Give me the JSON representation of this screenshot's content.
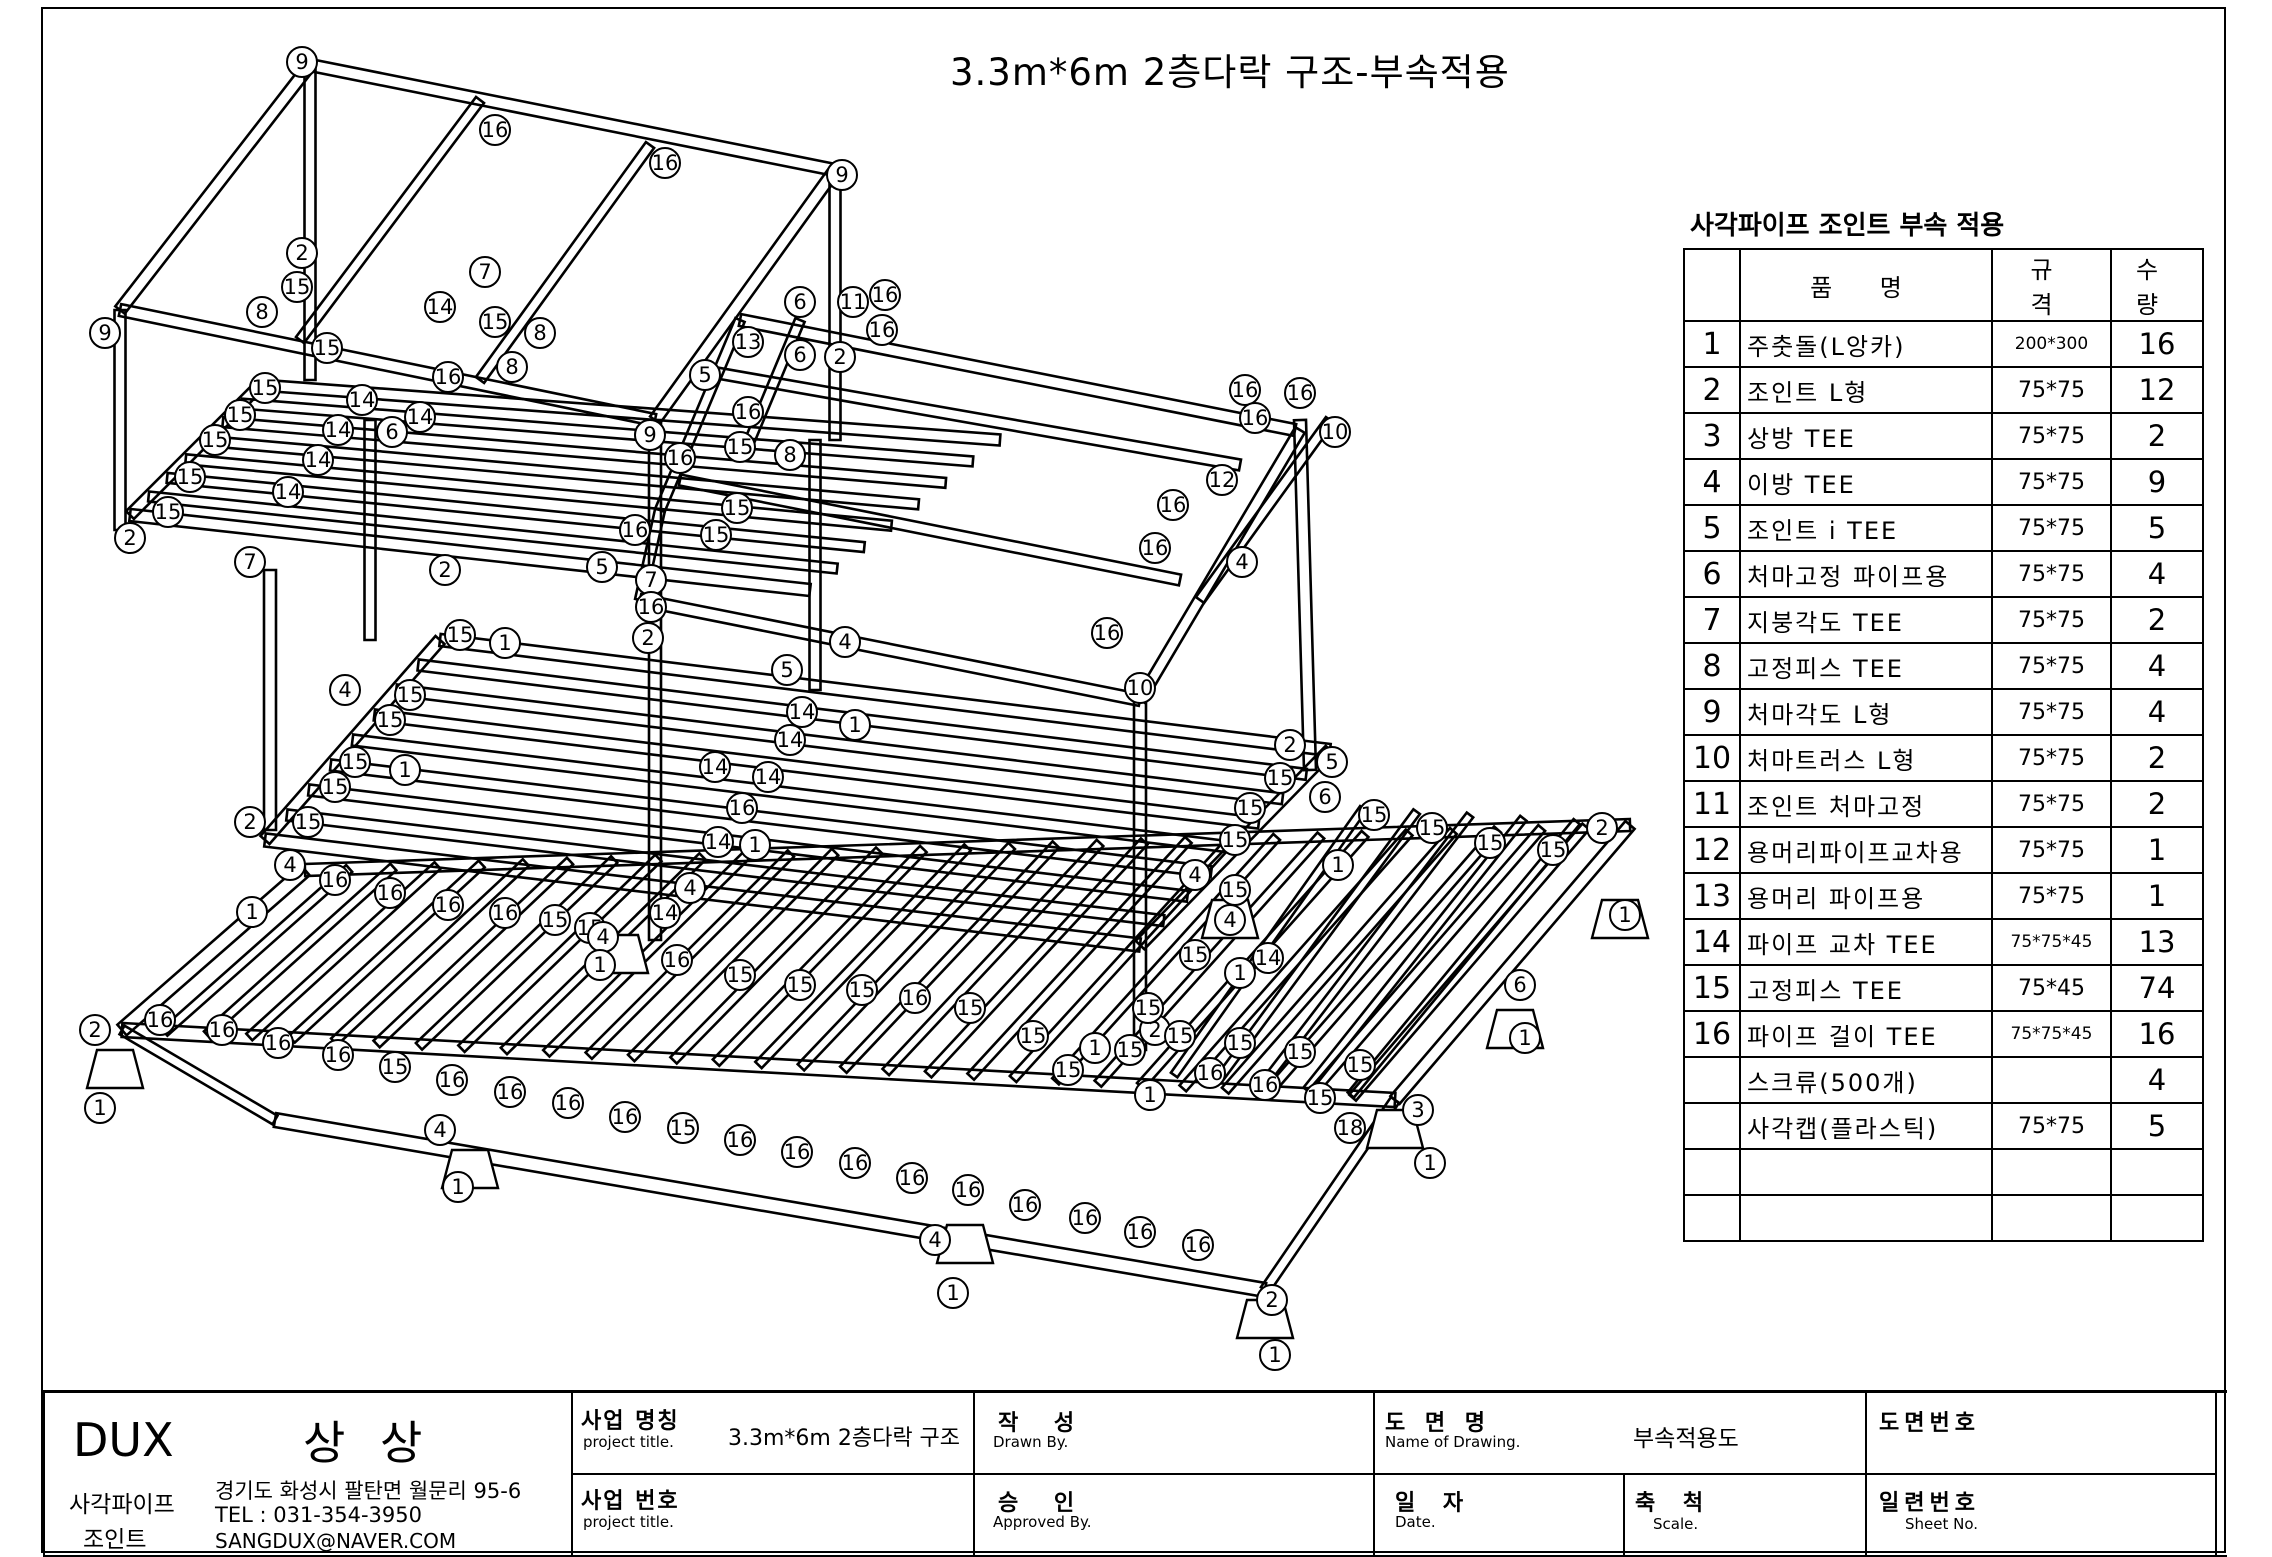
{
  "title": "3.3m*6m 2층다락 구조-부속적용",
  "parts_table": {
    "caption": "사각파이프 조인트 부속 적용",
    "headers": {
      "name": "품 명",
      "spec": "규 격",
      "qty": "수 량"
    },
    "rows": [
      {
        "no": "1",
        "name": "주춧돌(L앙카)",
        "spec": "200*300",
        "qty": "16"
      },
      {
        "no": "2",
        "name": "조인트 L형",
        "spec": "75*75",
        "qty": "12"
      },
      {
        "no": "3",
        "name": "상방 TEE",
        "spec": "75*75",
        "qty": "2"
      },
      {
        "no": "4",
        "name": "이방 TEE",
        "spec": "75*75",
        "qty": "9"
      },
      {
        "no": "5",
        "name": "조인트 i TEE",
        "spec": "75*75",
        "qty": "5"
      },
      {
        "no": "6",
        "name": "처마고정 파이프용",
        "spec": "75*75",
        "qty": "4"
      },
      {
        "no": "7",
        "name": "지붕각도 TEE",
        "spec": "75*75",
        "qty": "2"
      },
      {
        "no": "8",
        "name": "고정피스 TEE",
        "spec": "75*75",
        "qty": "4"
      },
      {
        "no": "9",
        "name": "처마각도 L형",
        "spec": "75*75",
        "qty": "4"
      },
      {
        "no": "10",
        "name": "처마트러스 L형",
        "spec": "75*75",
        "qty": "2"
      },
      {
        "no": "11",
        "name": "조인트 처마고정",
        "spec": "75*75",
        "qty": "2"
      },
      {
        "no": "12",
        "name": "용머리파이프교차용",
        "spec": "75*75",
        "qty": "1"
      },
      {
        "no": "13",
        "name": "용머리 파이프용",
        "spec": "75*75",
        "qty": "1"
      },
      {
        "no": "14",
        "name": "파이프 교차 TEE",
        "spec": "75*75*45",
        "qty": "13"
      },
      {
        "no": "15",
        "name": "고정피스 TEE",
        "spec": "75*45",
        "qty": "74"
      },
      {
        "no": "16",
        "name": "파이프 걸이 TEE",
        "spec": "75*75*45",
        "qty": "16"
      },
      {
        "no": "",
        "name": "스크류(500개)",
        "spec": "",
        "qty": "4"
      },
      {
        "no": "",
        "name": "사각캡(플라스틱)",
        "spec": "75*75",
        "qty": "5"
      },
      {
        "no": "",
        "name": "",
        "spec": "",
        "qty": ""
      },
      {
        "no": "",
        "name": "",
        "spec": "",
        "qty": ""
      }
    ]
  },
  "title_block": {
    "company": "DUX",
    "company_kr": "상 상",
    "brand_line1": "사각파이프",
    "brand_line2": "조인트",
    "address": "경기도 화성시 팔탄면 월문리 95-6",
    "tel": "TEL : 031-354-3950",
    "email": "SANGDUX@NAVER.COM",
    "project_name_label": "사업 명칭",
    "project_name_sub": "project title.",
    "project_name_value": "3.3m*6m 2층다락 구조",
    "project_no_label": "사업 번호",
    "project_no_sub": "project title.",
    "drawn_label": "작 성",
    "drawn_sub": "Drawn By.",
    "approved_label": "승 인",
    "approved_sub": "Approved By.",
    "drawing_name_label": "도 면 명",
    "drawing_name_sub": "Name of Drawing.",
    "drawing_name_value": "부속적용도",
    "date_label": "일 자",
    "date_sub": "Date.",
    "scale_label": "축 척",
    "scale_sub": "Scale.",
    "drawing_no_label": "도면번호",
    "sheet_no_label": "일련번호",
    "sheet_no_sub": "Sheet No."
  }
}
